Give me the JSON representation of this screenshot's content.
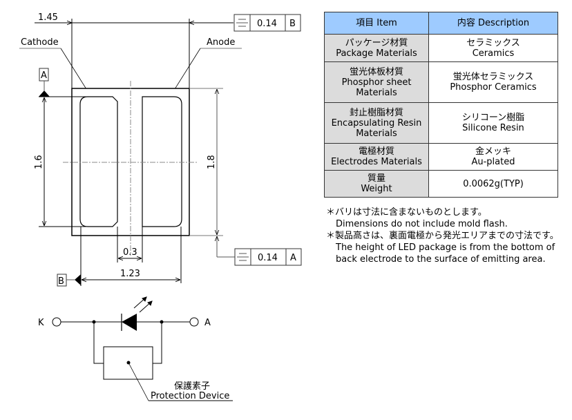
{
  "drawing": {
    "dimensions": {
      "width_top": "1.45",
      "height_left": "1.6",
      "height_right": "1.8",
      "gap": "0.3",
      "pad_span": "1.23"
    },
    "labels": {
      "cathode": "Cathode",
      "anode": "Anode"
    },
    "datums": {
      "a": "A",
      "b": "B"
    },
    "tolerance_frames": [
      {
        "symbol": "symmetry",
        "value": "0.14",
        "datum": "B"
      },
      {
        "symbol": "symmetry",
        "value": "0.14",
        "datum": "A"
      }
    ]
  },
  "circuit": {
    "terminal_k": "K",
    "terminal_a": "A",
    "protection_jp": "保護素子",
    "protection_en": "Protection Device"
  },
  "table": {
    "headers": [
      "項目 Item",
      "内容 Description"
    ],
    "rows": [
      {
        "item": [
          "パッケージ材質",
          "Package Materials"
        ],
        "desc": [
          "セラミックス",
          "Ceramics"
        ]
      },
      {
        "item": [
          "蛍光体板材質",
          "Phosphor sheet",
          "Materials"
        ],
        "desc": [
          "蛍光体セラミックス",
          "Phosphor Ceramics"
        ]
      },
      {
        "item": [
          "封止樹脂材質",
          "Encapsulating Resin",
          "Materials"
        ],
        "desc": [
          "シリコーン樹脂",
          "Silicone Resin"
        ]
      },
      {
        "item": [
          "電極材質",
          "Electrodes Materials"
        ],
        "desc": [
          "金メッキ",
          "Au-plated"
        ]
      },
      {
        "item": [
          "質量",
          "Weight"
        ],
        "desc": [
          "0.0062g(TYP)"
        ]
      }
    ],
    "colors": {
      "header_bg": "#9ecbff",
      "item_bg": "#dcdcdc"
    }
  },
  "notes": [
    {
      "jp": "＊バリは寸法に含まないものとします。",
      "en": [
        "Dimensions do not include mold flash."
      ]
    },
    {
      "jp": "＊製品高さは、裏面電極から発光エリアまでの寸法です。",
      "en": [
        "The height of LED package is from the bottom of",
        "back electrode to the surface of emitting area."
      ]
    }
  ]
}
